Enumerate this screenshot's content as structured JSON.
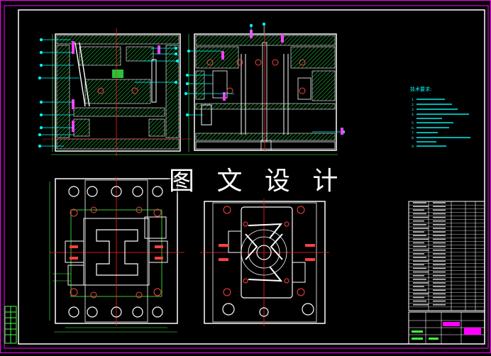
{
  "watermark": {
    "text": "图 文 设 计"
  },
  "notes": {
    "title": "技术要求:",
    "items": [
      "1.",
      "2.",
      "3.",
      "4.",
      "5.",
      "6.",
      "7.",
      "8.",
      "9."
    ]
  },
  "colors": {
    "background": "#000000",
    "border": "#ff00ff",
    "part": "#ffffff",
    "centerline": "#ff2020",
    "leader": "#00ffff",
    "hatch": "#1fae3a",
    "dimension": "#40ff40",
    "fastener": "#ff4040"
  },
  "bom": {
    "rows": 30
  }
}
